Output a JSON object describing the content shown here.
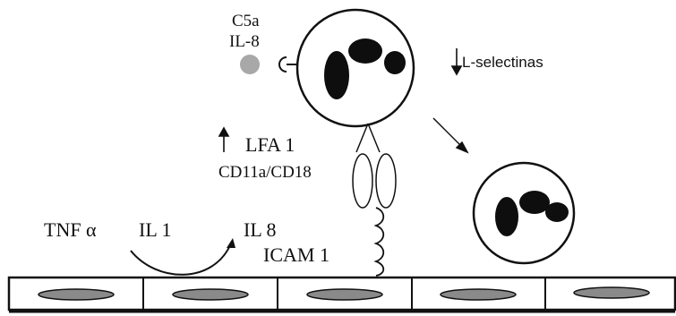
{
  "labels": {
    "c5a": "C5a",
    "il8_top": "IL-8",
    "l_selectinas": "L-selectinas",
    "lfa1": "LFA 1",
    "cd11a_cd18": "CD11a/CD18",
    "tnf_alpha": "TNF α",
    "il1": "IL 1",
    "il8_bottom": "IL 8",
    "icam1": "ICAM 1"
  },
  "icons": {
    "l_selectin_down_arrow": "down-arrow-icon",
    "lfa1_up_arrow": "up-arrow-icon"
  },
  "colors": {
    "ink": "#111111",
    "chemokine_dot": "#a8a8a8",
    "nucleus": "#0e0e0e",
    "endothelial_nucleus": "#8a8a8a"
  }
}
